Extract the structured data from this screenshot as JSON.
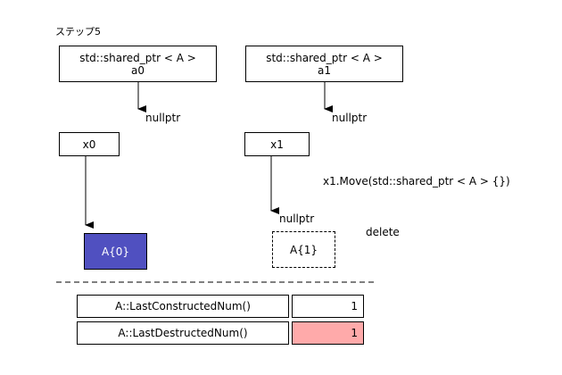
{
  "step_label": "ステップ5",
  "ptr_a0": {
    "type": "std::shared_ptr < A >",
    "name": "a0",
    "target": "nullptr"
  },
  "ptr_a1": {
    "type": "std::shared_ptr < A >",
    "name": "a1",
    "target": "nullptr"
  },
  "x0": {
    "name": "x0",
    "object": "A{0}"
  },
  "x1": {
    "name": "x1",
    "target": "nullptr",
    "deleted_object": "A{1}",
    "deleted_label": "delete"
  },
  "operation": "x1.Move(std::shared_ptr < A > {})",
  "table": {
    "rows": [
      {
        "label": "A::LastConstructedNum()",
        "value": "1",
        "highlight": false
      },
      {
        "label": "A::LastDestructedNum()",
        "value": "1",
        "highlight": true
      }
    ]
  },
  "colors": {
    "object_fill": "#5050c0",
    "highlight_fill": "#ffaaaa"
  }
}
